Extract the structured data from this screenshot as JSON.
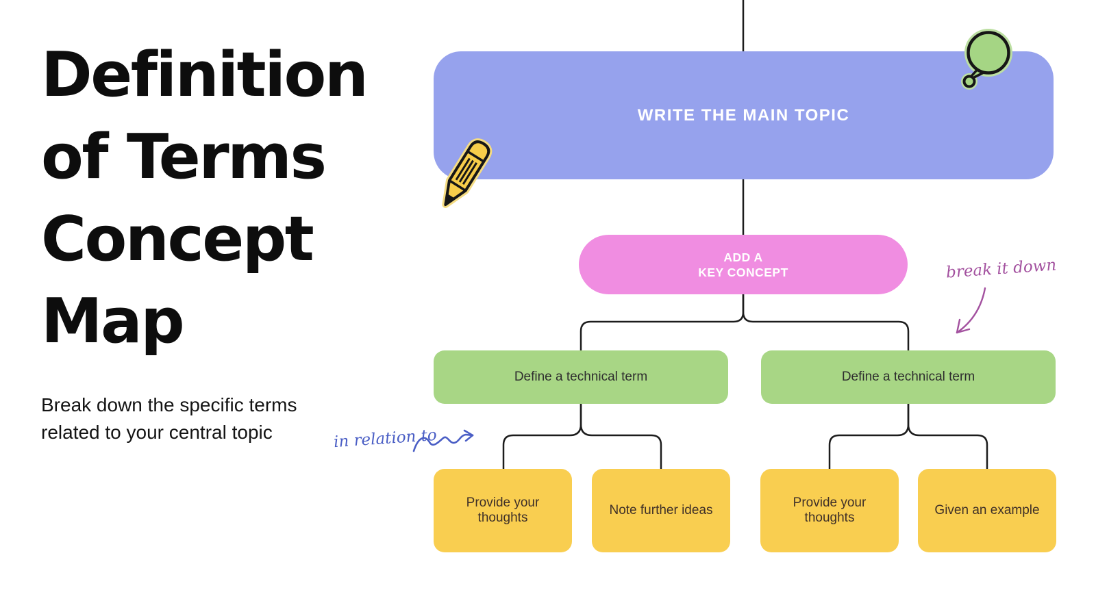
{
  "intro": {
    "title_lines": [
      "Definition",
      "of Terms",
      "Concept",
      "Map"
    ],
    "subtitle_line1": "Break down the specific terms",
    "subtitle_line2": "related to your central topic"
  },
  "map": {
    "main_topic": {
      "label": "WRITE THE MAIN TOPIC"
    },
    "key_concept": {
      "label_line1": "ADD A",
      "label_line2": "KEY CONCEPT"
    },
    "term_nodes": [
      {
        "label": "Define a technical term"
      },
      {
        "label": "Define a technical term"
      }
    ],
    "leaf_nodes": [
      {
        "label": "Provide your thoughts"
      },
      {
        "label": "Note further ideas"
      },
      {
        "label": "Provide your thoughts"
      },
      {
        "label": "Given an example"
      }
    ],
    "annotations": {
      "break_it_down": "break it down",
      "in_relation_to": "in relation to"
    },
    "icons": [
      "speech-bubble-icon",
      "pencil-icon"
    ]
  },
  "colors": {
    "page_bg": "#ffffff",
    "title_text": "#0d0d0d",
    "subtitle_text": "#141414",
    "main_topic": "#96A2ED",
    "key_concept": "#F08DE1",
    "term": "#A8D685",
    "leaf": "#F9CE50",
    "white_text": "#ffffff",
    "node_text_dark": "#2e2e2e",
    "leaf_text": "#3f3028",
    "line": "#1c1c1c",
    "annotation_purple": "#A3519F",
    "annotation_blue": "#4A5EC5",
    "bubble_green": "#A5D584",
    "bubble_halo": "#BCDFA2",
    "pencil_yellow": "#F7CD4A",
    "pencil_halo": "#F5DC82",
    "ink": "#161616"
  }
}
